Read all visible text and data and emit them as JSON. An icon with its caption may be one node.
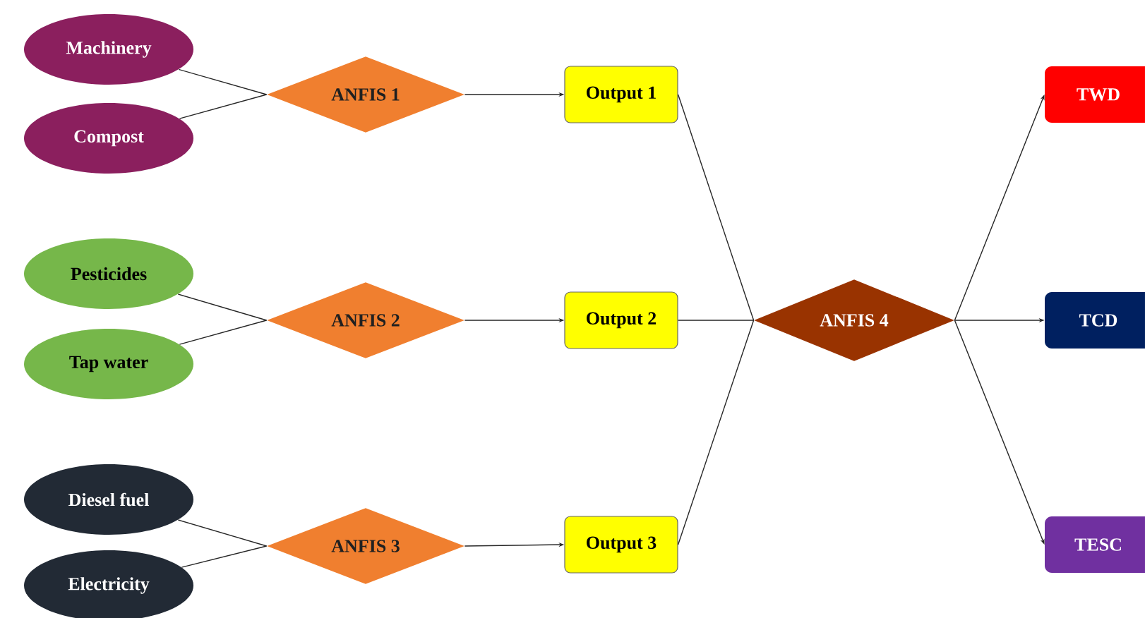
{
  "diagram": {
    "nodes": [
      {
        "text": [
          "Machinery"
        ]
      },
      {
        "text": [
          "Compost"
        ]
      },
      {
        "text": [
          "ANFIS 1"
        ]
      },
      {
        "text": [
          "Output 1"
        ]
      },
      {
        "text": [
          "Pesticides"
        ]
      },
      {
        "text": [
          "Tap water"
        ]
      },
      {
        "text": [
          "ANFIS 2"
        ]
      },
      {
        "text": [
          "Output 2"
        ]
      },
      {
        "text": [
          "Diesel fuel"
        ]
      },
      {
        "text": [
          "Electricity"
        ]
      },
      {
        "text": [
          "ANFIS 3"
        ]
      },
      {
        "text": [
          "Output 3"
        ]
      },
      {
        "text": [
          "ANFIS 4"
        ]
      },
      {
        "text": [
          "TWD"
        ]
      },
      {
        "text": [
          "TCD"
        ]
      },
      {
        "text": [
          "TESC"
        ]
      }
    ],
    "edges": [
      {
        "from": 0,
        "to": 2,
        "arrow": "none"
      },
      {
        "from": 1,
        "to": 2,
        "arrow": "none"
      },
      {
        "from": 2,
        "to": 3,
        "arrow": "to"
      },
      {
        "from": 4,
        "to": 6,
        "arrow": "none"
      },
      {
        "from": 5,
        "to": 6,
        "arrow": "none"
      },
      {
        "from": 6,
        "to": 7,
        "arrow": "to"
      },
      {
        "from": 8,
        "to": 10,
        "arrow": "none"
      },
      {
        "from": 9,
        "to": 10,
        "arrow": "none"
      },
      {
        "from": 10,
        "to": 11,
        "arrow": "to"
      },
      {
        "from": 3,
        "to": 12,
        "arrow": "none"
      },
      {
        "from": 7,
        "to": 12,
        "arrow": "none"
      },
      {
        "from": 11,
        "to": 12,
        "arrow": "none"
      },
      {
        "from": 12,
        "to": 13,
        "arrow": "to"
      },
      {
        "from": 12,
        "to": 14,
        "arrow": "to"
      },
      {
        "from": 12,
        "to": 15,
        "arrow": "to"
      }
    ]
  }
}
